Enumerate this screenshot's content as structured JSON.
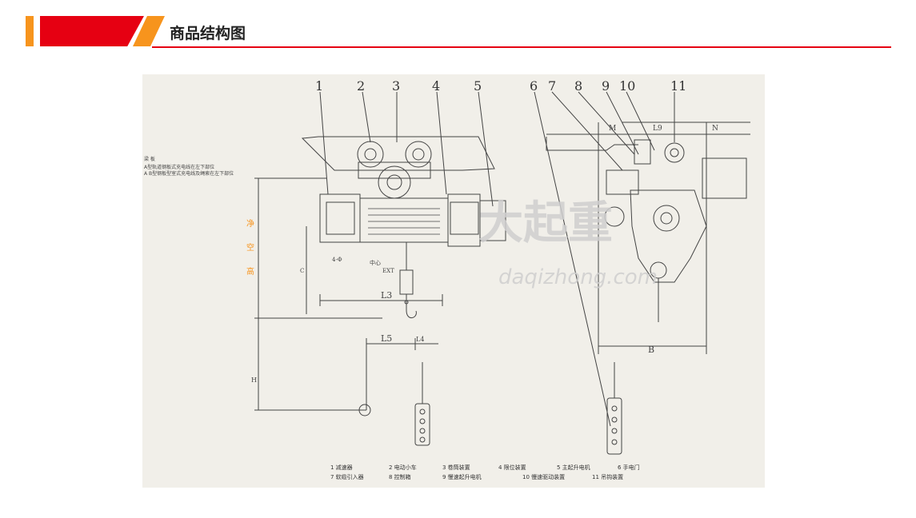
{
  "header": {
    "title": "商品结构图"
  },
  "diagram": {
    "part_numbers": [
      "1",
      "2",
      "3",
      "4",
      "5",
      "6",
      "7",
      "8",
      "9",
      "10",
      "11"
    ],
    "beam_label": "梁 板",
    "beam_note_a": "A型轨道钢板式充电线在左下部位",
    "beam_note_b": "A B型钢板型室式充电线及绳索在左下部位",
    "clearance_label": [
      "净",
      "空",
      "高"
    ],
    "dims": {
      "l3": "L3",
      "l5": "L5",
      "l4": "L4",
      "b": "B",
      "m": "M",
      "l9": "L9",
      "n": "N",
      "h": "H",
      "c": "C",
      "lo": "4-Φ",
      "center": "中心",
      "ext": "EXT"
    },
    "watermark": {
      "cn": "大起重",
      "url": "daqizhong.com"
    },
    "legend": [
      "1  减速器",
      "2  电动小车",
      "3  卷筒装置",
      "4  限位装置",
      "5  主起升电机",
      "6  手电门",
      "7  软缆引入器",
      "8  控制箱",
      "9  慢速起升电机",
      "10  慢速驱动装置",
      "11  吊钩装置"
    ]
  }
}
